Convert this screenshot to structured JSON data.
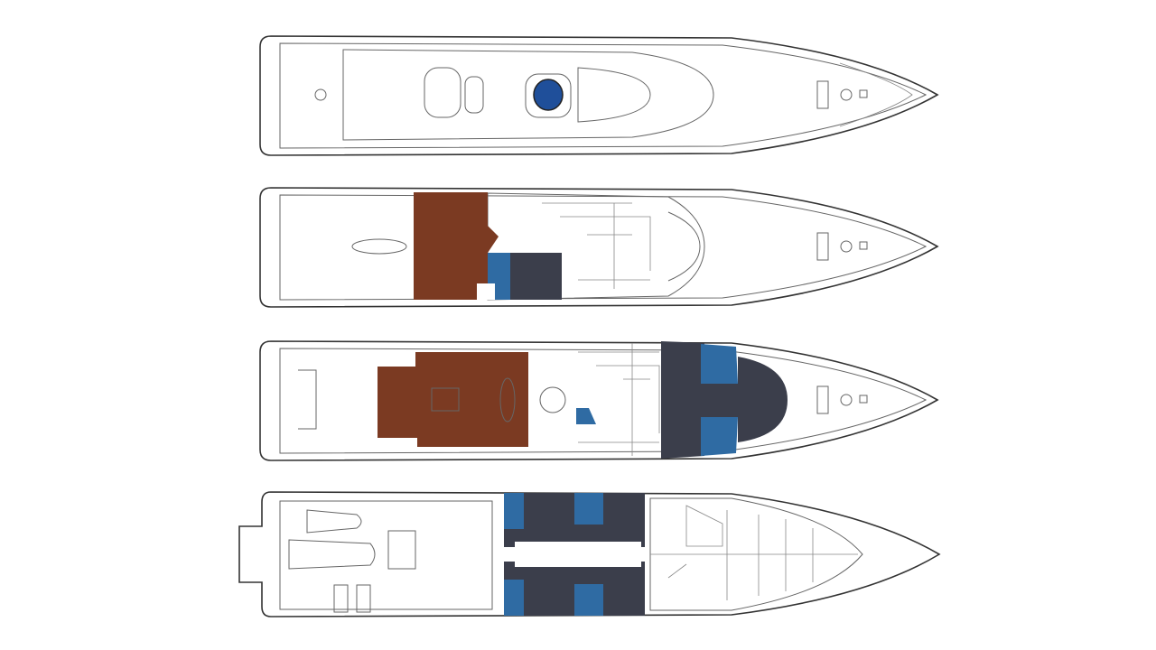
{
  "colors": {
    "salon": "#7b3a22",
    "cabin": "#3b3e4b",
    "bath": "#2f6ba3",
    "pool": "#1f4f9a",
    "outline": "#333333"
  },
  "decks": [
    {
      "id": "sun-deck"
    },
    {
      "id": "bridge-deck"
    },
    {
      "id": "main-deck"
    },
    {
      "id": "lower-deck"
    }
  ]
}
